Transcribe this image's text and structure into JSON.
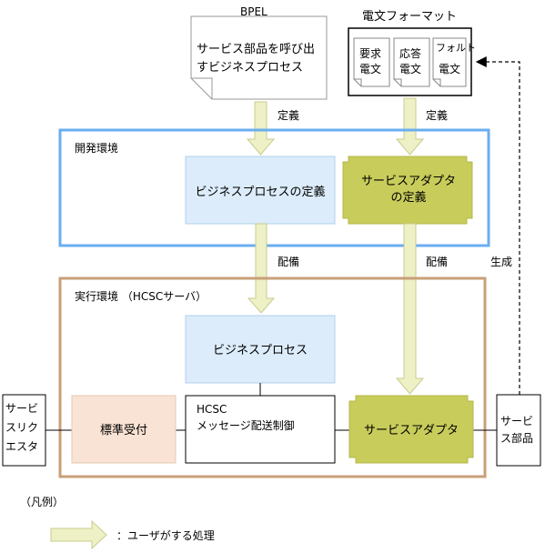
{
  "bpel": {
    "label": "BPEL",
    "doc_lines": [
      "サービス部品を呼び出",
      "すビジネスプロセス"
    ]
  },
  "telegram_format": {
    "title": "電文フォーマット",
    "cards": [
      [
        "要求",
        "電文"
      ],
      [
        "応答",
        "電文"
      ],
      [
        "フォルト",
        "電文"
      ]
    ]
  },
  "arrows": {
    "define_left": "定義",
    "define_right": "定義",
    "deploy_left": "配備",
    "deploy_right": "配備",
    "generate": "生成"
  },
  "dev_env": {
    "label": "開発環境",
    "bp_definition": "ビジネスプロセスの定義",
    "adapter_definition": [
      "サービスアダプタ",
      "の定義"
    ]
  },
  "runtime_env": {
    "label": "実行環境 （HCSCサーバ）",
    "business_process": "ビジネスプロセス",
    "standard_reception": "標準受付",
    "hcsc_lines": [
      "HCSC",
      "メッセージ配送制御"
    ],
    "service_adapter": "サービスアダプタ"
  },
  "requester": [
    "サービ",
    "スリク",
    "エスタ"
  ],
  "service_component": [
    "サービ",
    "ス部品"
  ],
  "legend": {
    "title": "（凡例）",
    "user_process": "：ユーザがする処理"
  },
  "colors": {
    "dev_border": "#6aaef0",
    "runtime_border": "#c8a078",
    "light_blue_fill": "#dcecfa",
    "olive_fill": "#c8cc5a",
    "peach_fill": "#f9e3d4",
    "arrow_fill": "#eef0c6",
    "arrow_stroke": "#c9cc8c"
  }
}
